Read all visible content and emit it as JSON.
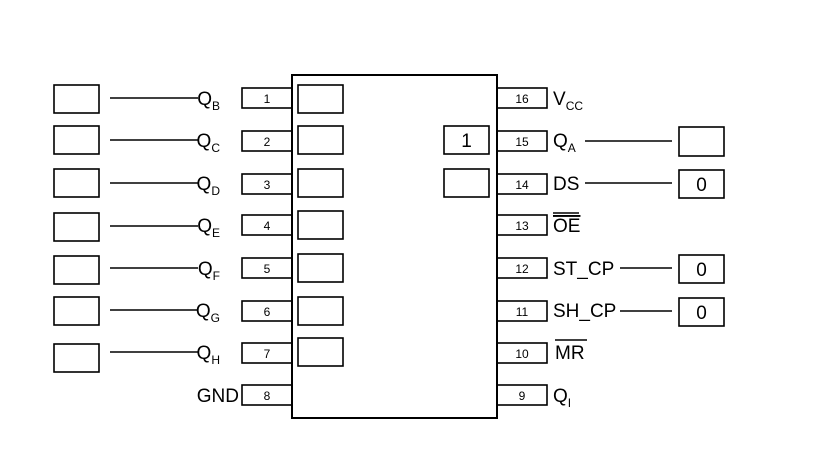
{
  "chip": {
    "left_pins": [
      {
        "num": "1",
        "name": "Q",
        "sub": "B"
      },
      {
        "num": "2",
        "name": "Q",
        "sub": "C"
      },
      {
        "num": "3",
        "name": "Q",
        "sub": "D"
      },
      {
        "num": "4",
        "name": "Q",
        "sub": "E"
      },
      {
        "num": "5",
        "name": "Q",
        "sub": "F"
      },
      {
        "num": "6",
        "name": "Q",
        "sub": "G"
      },
      {
        "num": "7",
        "name": "Q",
        "sub": "H"
      },
      {
        "num": "8",
        "name": "GND",
        "sub": ""
      }
    ],
    "right_pins": [
      {
        "num": "16",
        "name": "V",
        "sub": "CC"
      },
      {
        "num": "15",
        "name": "Q",
        "sub": "A"
      },
      {
        "num": "14",
        "name": "DS",
        "sub": ""
      },
      {
        "num": "13",
        "name": "OE",
        "sub": "",
        "overline": true
      },
      {
        "num": "12",
        "name": "ST_CP",
        "sub": ""
      },
      {
        "num": "11",
        "name": "SH_CP",
        "sub": ""
      },
      {
        "num": "10",
        "name": "MR",
        "sub": "",
        "overline": true
      },
      {
        "num": "9",
        "name": "Q",
        "sub": "I"
      }
    ],
    "inner_values": {
      "q_a_state": "1"
    },
    "external_values": {
      "ds_input": "0",
      "st_cp_input": "0",
      "sh_cp_input": "0"
    }
  }
}
